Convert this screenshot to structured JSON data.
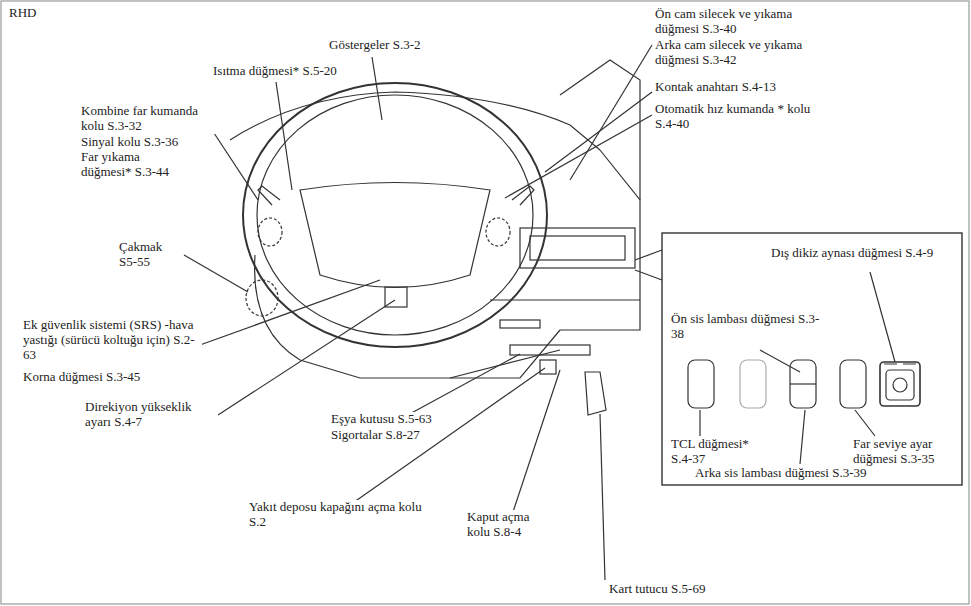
{
  "diagram": {
    "labels": [
      "RHD",
      "Göstergeler S.3-2",
      "Isıtma düğmesi* S.5-20",
      "Ön cam silecek ve yıkama düğmesi S.3-40",
      "Arka cam silecek ve yıkama düğmesi S.3-42",
      "Kontak anahtarı S.4-13",
      "Otomatik hız kumanda * kolu S.4-40",
      "Kombine far kumanda kolu S.3-32",
      "Sinyal kolu S.3-36",
      "Far yıkama düğmesi* S.3-44",
      "Çakmak S5-55",
      "Ek güvenlik sistemi (SRS) -hava yastığı (sürücü koltuğu için) S.2-63",
      "Korna düğmesi S.3-45",
      "Direkiyon yükseklik ayarı S.4-7",
      "Yakıt deposu kapağını açma kolu S.2",
      "Eşya kutusu S.5-63",
      "Sigortalar S.8-27",
      "Kaput açma kolu S.8-4",
      "Kart tutucu S.5-69",
      "Dış dikiz aynası düğmesi S.4-9",
      "Ön sis lambası düğmesi S.3-38",
      "TCL düğmesi* S.4-37",
      "Far seviye ayar düğmesi S.3-35",
      "Arka sis lambası düğmesi S.3-39"
    ]
  }
}
